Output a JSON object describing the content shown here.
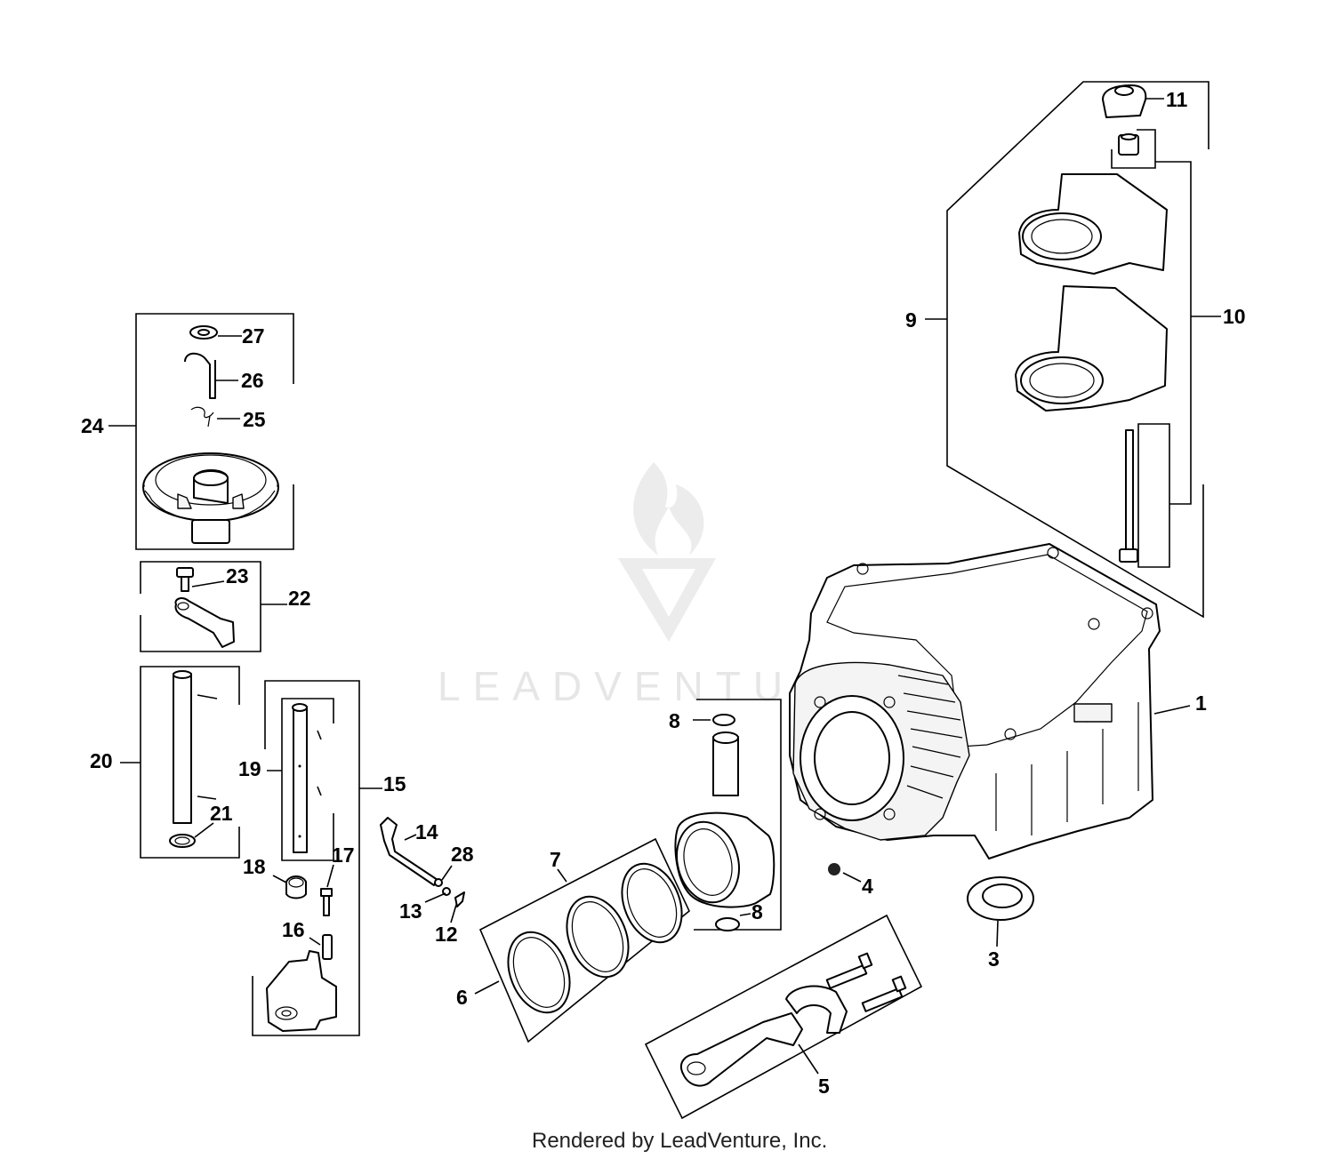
{
  "diagram": {
    "watermark": "LEADVENTU",
    "footer": "Rendered by LeadVenture, Inc.",
    "callouts": {
      "c1": "1",
      "c3": "3",
      "c4": "4",
      "c5": "5",
      "c6": "6",
      "c7": "7",
      "c8a": "8",
      "c8b": "8",
      "c9": "9",
      "c10": "10",
      "c11": "11",
      "c12": "12",
      "c13": "13",
      "c14": "14",
      "c15": "15",
      "c16": "16",
      "c17": "17",
      "c18": "18",
      "c19": "19",
      "c20": "20",
      "c21": "21",
      "c22": "22",
      "c23": "23",
      "c24": "24",
      "c25": "25",
      "c26": "26",
      "c27": "27",
      "c28": "28"
    }
  }
}
